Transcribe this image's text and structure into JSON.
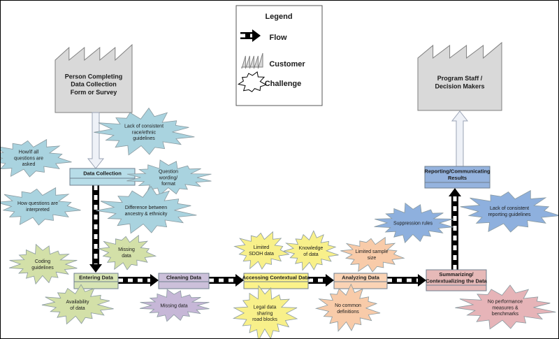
{
  "legend": {
    "title": "Legend",
    "items": [
      {
        "label": "Flow",
        "icon": "flow-arrow-icon"
      },
      {
        "label": "Customer",
        "icon": "factory-icon"
      },
      {
        "label": "Challenge",
        "icon": "starburst-icon"
      }
    ]
  },
  "customers": [
    {
      "label": "Person Completing Data Collection Form or Survey"
    },
    {
      "label": "Program Staff / Decision Makers"
    }
  ],
  "steps": [
    {
      "label": "Data Collection",
      "color": "#b7dde8"
    },
    {
      "label": "Entering Data",
      "color": "#d7e4b4"
    },
    {
      "label": "Cleaning Data",
      "color": "#ccc0da"
    },
    {
      "label": "Accessing Contextual Data",
      "color": "#fbf28a"
    },
    {
      "label": "Analyzing Data",
      "color": "#fad3b5"
    },
    {
      "label": "Summarizing/ Contextualizing the Data",
      "color": "#e6b9b8"
    },
    {
      "label": "Reporting/Communicating Results",
      "color": "#95b3de"
    }
  ],
  "challenges": [
    {
      "label": "How/if all questions are asked",
      "step": "Data Collection",
      "color": "#a9d3df"
    },
    {
      "label": "Lack of consistent race/ethnic guidelines",
      "step": "Data Collection",
      "color": "#a9d3df"
    },
    {
      "label": "Question wording/ format",
      "step": "Data Collection",
      "color": "#a9d3df"
    },
    {
      "label": "How questions are interpreted",
      "step": "Data Collection",
      "color": "#a9d3df"
    },
    {
      "label": "Difference between ancestry & ethnicity",
      "step": "Data Collection",
      "color": "#a9d3df"
    },
    {
      "label": "Coding guidelines",
      "step": "Entering Data",
      "color": "#d3e0a8"
    },
    {
      "label": "Missing data",
      "step": "Entering Data",
      "color": "#d3e0a8"
    },
    {
      "label": "Availability of data",
      "step": "Entering Data",
      "color": "#d3e0a8"
    },
    {
      "label": "Missing data",
      "step": "Cleaning Data",
      "color": "#c6b7d7"
    },
    {
      "label": "Limited SDOH data",
      "step": "Accessing Contextual Data",
      "color": "#f8f08a"
    },
    {
      "label": "Knowledge of data",
      "step": "Accessing Contextual Data",
      "color": "#f8f08a"
    },
    {
      "label": "Legal data sharing road blocks",
      "step": "Accessing Contextual Data",
      "color": "#f8f08a"
    },
    {
      "label": "Limited sample size",
      "step": "Analyzing Data",
      "color": "#f8cba9"
    },
    {
      "label": "No common definitions",
      "step": "Analyzing Data",
      "color": "#f8cba9"
    },
    {
      "label": "Suppression rules",
      "step": "Reporting/Communicating Results",
      "color": "#8eb0de"
    },
    {
      "label": "Lack of consistent reporting guidelines",
      "step": "Reporting/Communicating Results",
      "color": "#8eb0de"
    },
    {
      "label": "No performance measures & benchmarks",
      "step": "Summarizing/ Contextualizing the Data",
      "color": "#e6b4b8"
    }
  ]
}
